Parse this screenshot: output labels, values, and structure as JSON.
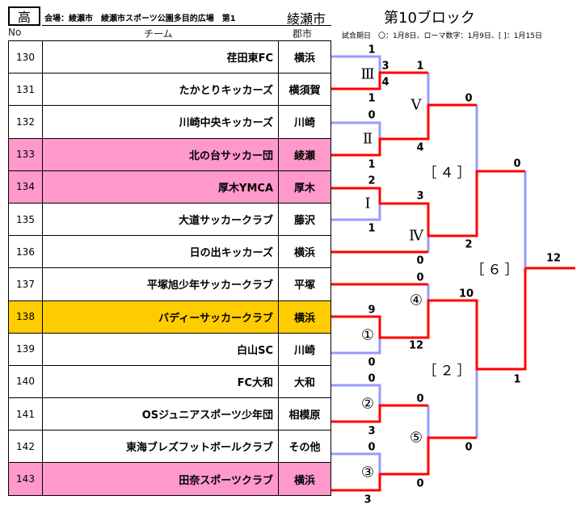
{
  "header": {
    "level": "高",
    "venue": "会場：綾瀬市　綾瀬市スポーツ公園多目的広場　第1",
    "city": "綾瀬市",
    "block": "第10ブロック",
    "note": "試合期日　〇：1月8日、ローマ数字：1月9日、[ ]：1月15日"
  },
  "columns": {
    "no": "No",
    "team": "チーム",
    "city": "郡市"
  },
  "teams": [
    {
      "no": "130",
      "team": "荏田東FC",
      "city": "横浜"
    },
    {
      "no": "131",
      "team": "たかとりキッカーズ",
      "city": "横須賀"
    },
    {
      "no": "132",
      "team": "川崎中央キッカーズ",
      "city": "川崎"
    },
    {
      "no": "133",
      "team": "北の台サッカー団",
      "city": "綾瀬"
    },
    {
      "no": "134",
      "team": "厚木YMCA",
      "city": "厚木"
    },
    {
      "no": "135",
      "team": "大道サッカークラブ",
      "city": "藤沢"
    },
    {
      "no": "136",
      "team": "日の出キッカーズ",
      "city": "横浜"
    },
    {
      "no": "137",
      "team": "平塚旭少年サッカークラブ",
      "city": "平塚"
    },
    {
      "no": "138",
      "team": "バディーサッカークラブ",
      "city": "横浜"
    },
    {
      "no": "139",
      "team": "白山SC",
      "city": "川崎"
    },
    {
      "no": "140",
      "team": "FC大和",
      "city": "大和"
    },
    {
      "no": "141",
      "team": "OSジュニアスポーツ少年団",
      "city": "相模原"
    },
    {
      "no": "142",
      "team": "東海ブレズフットボールクラブ",
      "city": "その他"
    },
    {
      "no": "143",
      "team": "田奈スポーツクラブ",
      "city": "横浜"
    }
  ],
  "match_labels": [
    "Ⅲ",
    "Ⅴ",
    "Ⅱ",
    "Ⅰ",
    "Ⅳ",
    "［４］",
    "［６］",
    "④",
    "①",
    "［２］",
    "②",
    "⑤",
    "③"
  ],
  "scores": [
    "1",
    "3",
    "4",
    "1",
    "1",
    "0",
    "4",
    "0",
    "1",
    "2",
    "3",
    "1",
    "0",
    "2",
    "0",
    "0",
    "10",
    "9",
    "12",
    "0",
    "0",
    "1",
    "0",
    "3",
    "0",
    "0",
    "0",
    "3",
    "12"
  ],
  "colors": {
    "winner": "#ff0000",
    "loser": "#9999ff",
    "pink": "#ff99cc",
    "orange": "#ffcc00"
  }
}
